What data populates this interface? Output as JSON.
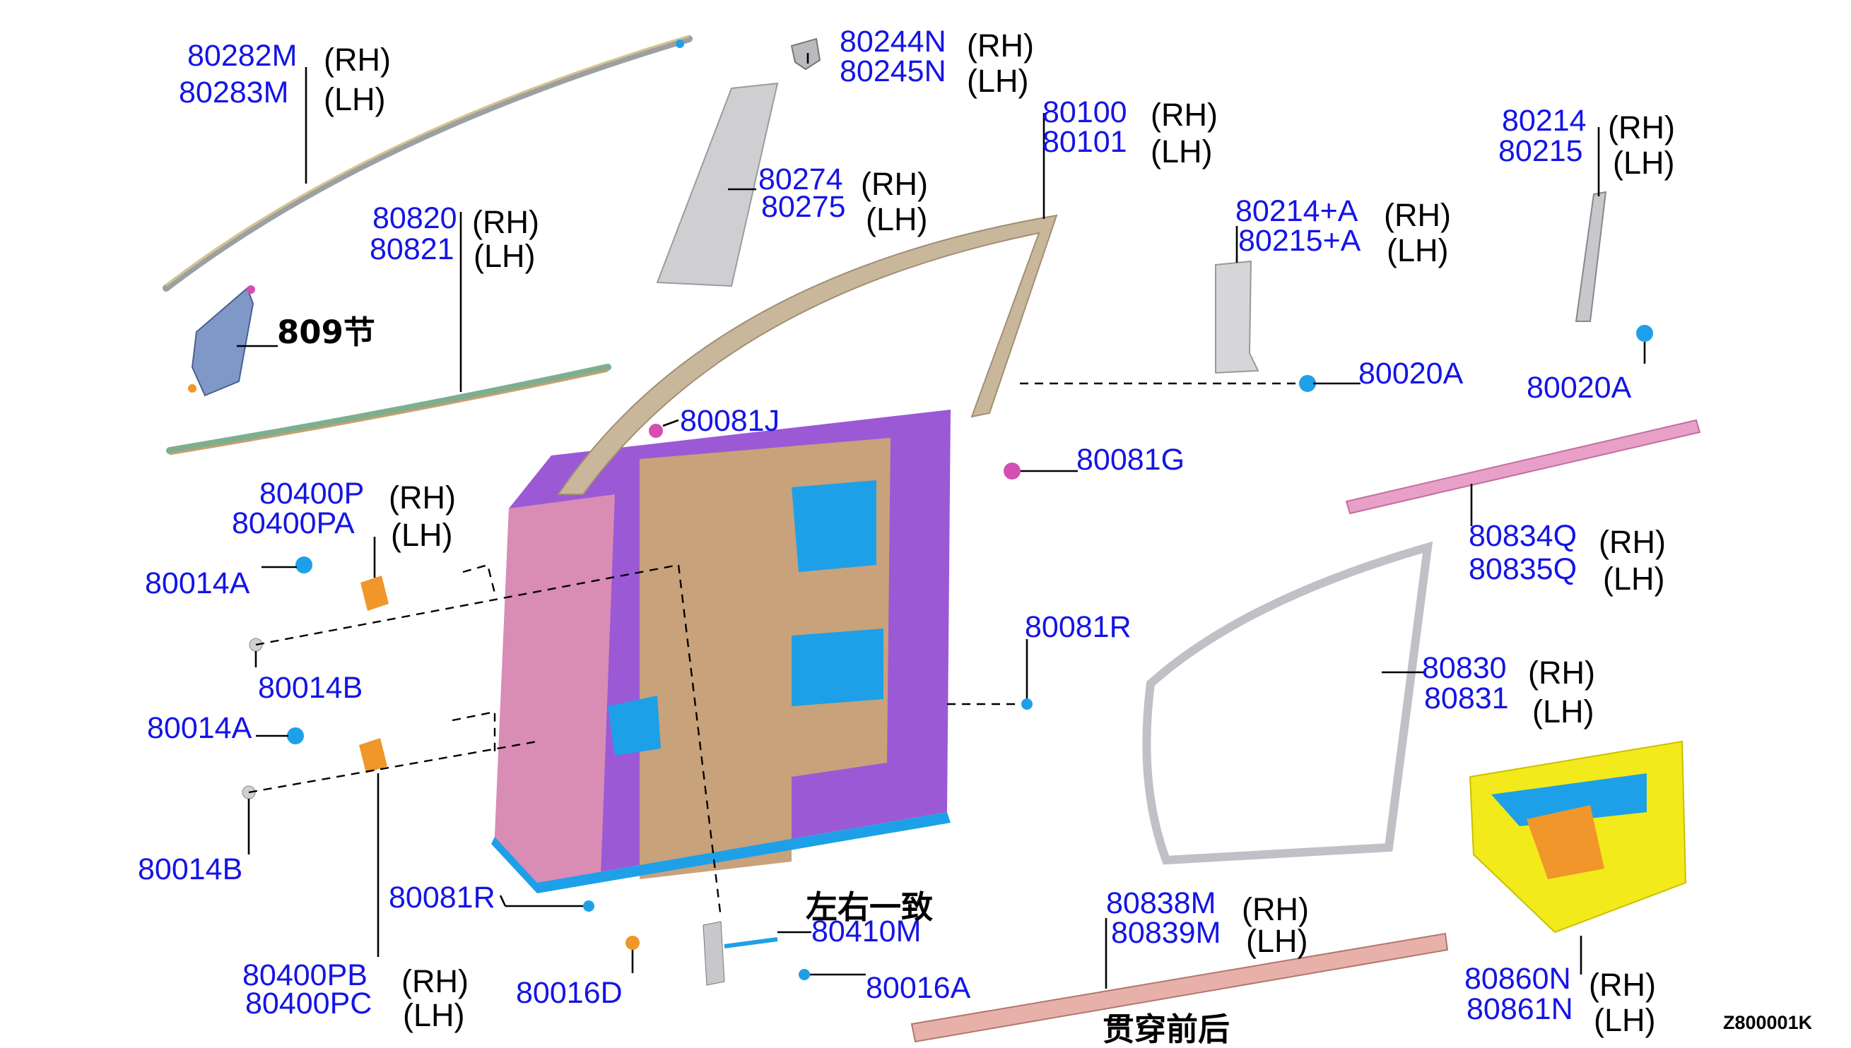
{
  "colors": {
    "part_number": "#1414e6",
    "text": "#000000",
    "purple": "#9b59d6",
    "tan": "#c8a27a",
    "pink": "#d98cb4",
    "blue": "#1ea0e8",
    "orange": "#f0962a",
    "yellow": "#f2ea1a",
    "beige": "#c9b79c",
    "grey": "#c8c8cc"
  },
  "labels": {
    "p80282M": "80282M",
    "p80283M": "80283M",
    "p80244N": "80244N",
    "p80245N": "80245N",
    "p80274": "80274",
    "p80275": "80275",
    "p80100": "80100",
    "p80101": "80101",
    "p80214": "80214",
    "p80215": "80215",
    "p80214A": "80214+A",
    "p80215A": "80215+A",
    "p80020A_1": "80020A",
    "p80020A_2": "80020A",
    "p80820": "80820",
    "p80821": "80821",
    "cn809": "809节",
    "p80081J": "80081J",
    "p80081G": "80081G",
    "p80400P": "80400P",
    "p80400PA": "80400PA",
    "p80014A_1": "80014A",
    "p80014B_1": "80014B",
    "p80014A_2": "80014A",
    "p80014B_2": "80014B",
    "p80834Q": "80834Q",
    "p80835Q": "80835Q",
    "p80081R_1": "80081R",
    "p80081R_2": "80081R",
    "p80830": "80830",
    "p80831": "80831",
    "cn_lr": "左右一致",
    "p80410M": "80410M",
    "p80016A": "80016A",
    "p80016D": "80016D",
    "p80400PB": "80400PB",
    "p80400PC": "80400PC",
    "p80838M": "80838M",
    "p80839M": "80839M",
    "cn_through": "贯穿前后",
    "p80860N": "80860N",
    "p80861N": "80861N",
    "code": "Z800001K",
    "rh": "(RH)",
    "lh": "(LH)"
  }
}
